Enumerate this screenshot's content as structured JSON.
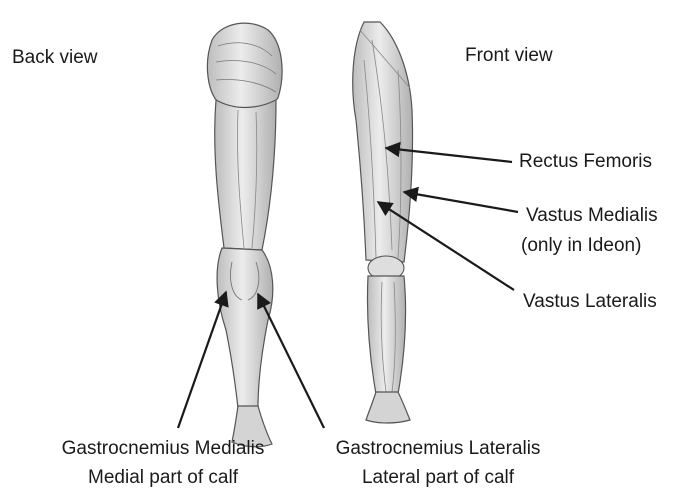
{
  "views": {
    "back": "Back view",
    "front": "Front view"
  },
  "labels": {
    "rectus_femoris": "Rectus Femoris",
    "vastus_medialis": "Vastus Medialis",
    "vastus_medialis_note": "(only in Ideon)",
    "vastus_lateralis": "Vastus Lateralis",
    "gastro_medialis": "Gastrocnemius Medialis",
    "gastro_medialis_note": "Medial part of calf",
    "gastro_lateralis": "Gastrocnemius Lateralis",
    "gastro_lateralis_note": "Lateral part of calf"
  },
  "colors": {
    "ink": "#1a1a1a",
    "muscle_fill": "#d9d9d9",
    "muscle_shade": "#a8a8a8",
    "background": "#ffffff"
  }
}
